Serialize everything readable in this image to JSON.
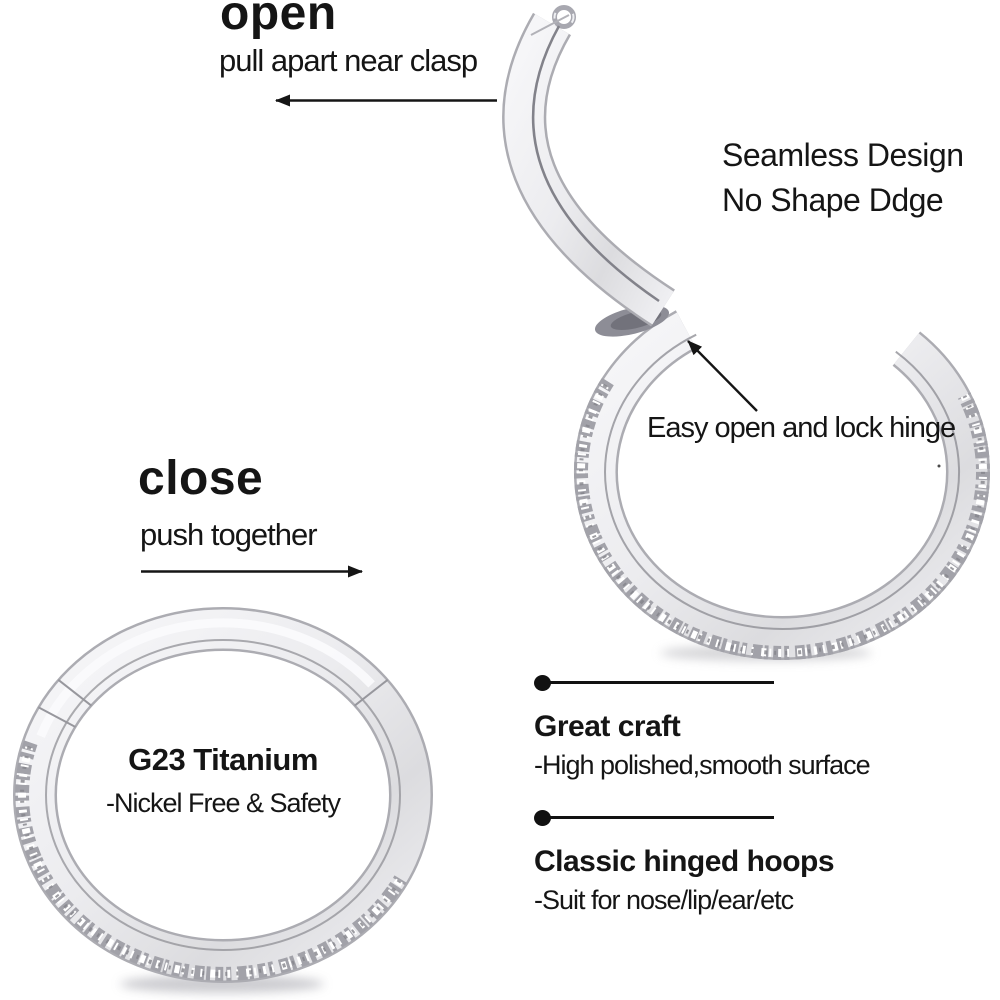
{
  "colors": {
    "background": "#ffffff",
    "text": "#151515",
    "metal_light": "#f7f7f9",
    "metal_mid": "#e9e9ec",
    "metal_dark": "#dcdcdf",
    "metal_edge": "#acacb2",
    "seam": "#85858b",
    "shadow": "#c7c7cb"
  },
  "annotations": {
    "open": {
      "title": "open",
      "subtitle": "pull apart near clasp"
    },
    "seamless": {
      "line1": "Seamless Design",
      "line2": "No Shape Ddge"
    },
    "hinge_note": {
      "label": "Easy open and lock hinge"
    },
    "close": {
      "title": "close",
      "subtitle": "push together"
    },
    "ring_label": {
      "title": "G23 Titanium",
      "subtitle": "-Nickel Free & Safety"
    },
    "features": [
      {
        "title": "Great craft",
        "detail": "-High polished,smooth surface"
      },
      {
        "title": "Classic hinged hoops",
        "detail": "-Suit for nose/lip/ear/etc"
      }
    ]
  }
}
